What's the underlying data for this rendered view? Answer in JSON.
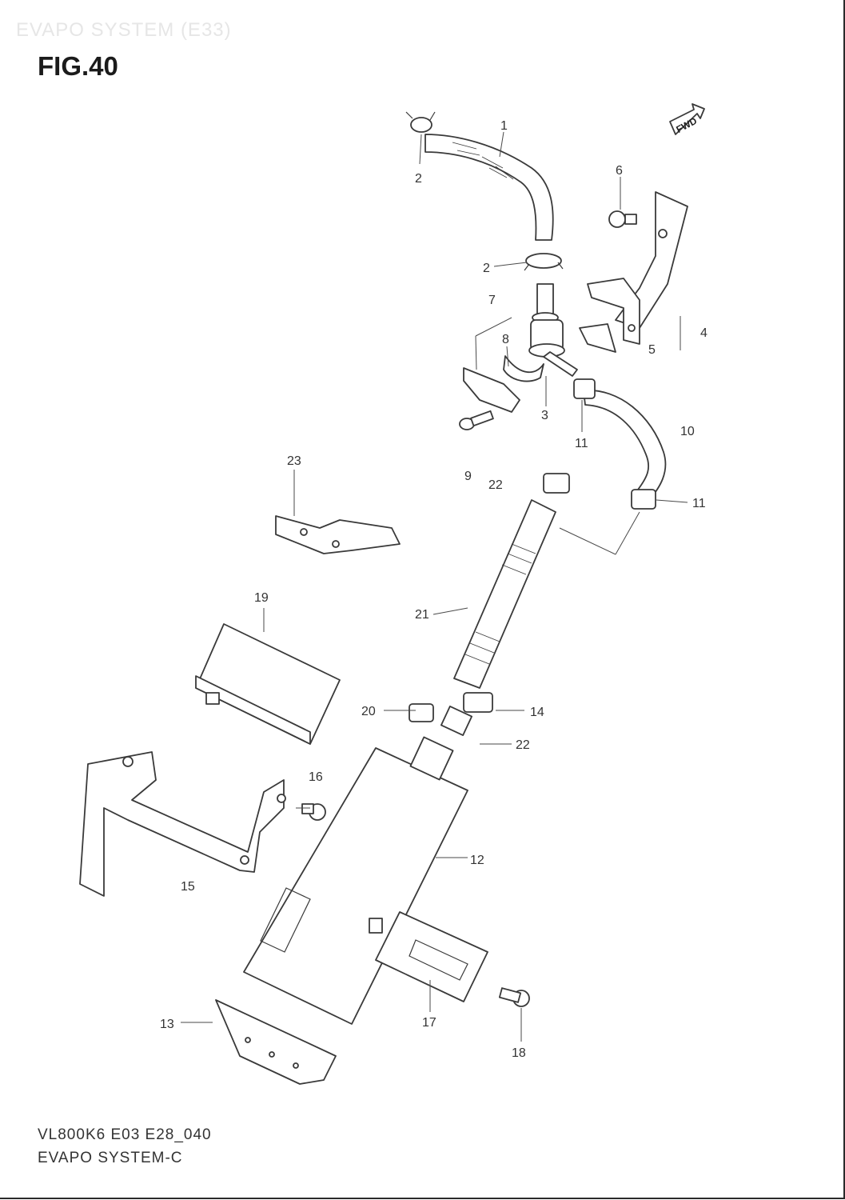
{
  "header": {
    "ghost_title": "EVAPO SYSTEM (E33)"
  },
  "figure": {
    "title": "FIG.40",
    "fwd_label": "FWD"
  },
  "callouts": {
    "c1": "1",
    "c2a": "2",
    "c2b": "2",
    "c3": "3",
    "c4": "4",
    "c5": "5",
    "c6": "6",
    "c7": "7",
    "c8": "8",
    "c9": "9",
    "c10": "10",
    "c11a": "11",
    "c11b": "11",
    "c12": "12",
    "c13": "13",
    "c14": "14",
    "c15": "15",
    "c16": "16",
    "c17": "17",
    "c18": "18",
    "c19": "19",
    "c20": "20",
    "c21": "21",
    "c22a": "22",
    "c22b": "22",
    "c23": "23"
  },
  "footer": {
    "code": "VL800K6 E03 E28_040",
    "name": "EVAPO SYSTEM-C"
  },
  "colors": {
    "line": "#3a3a3a",
    "text": "#333333",
    "title": "#1b1b1b",
    "background": "#ffffff"
  }
}
